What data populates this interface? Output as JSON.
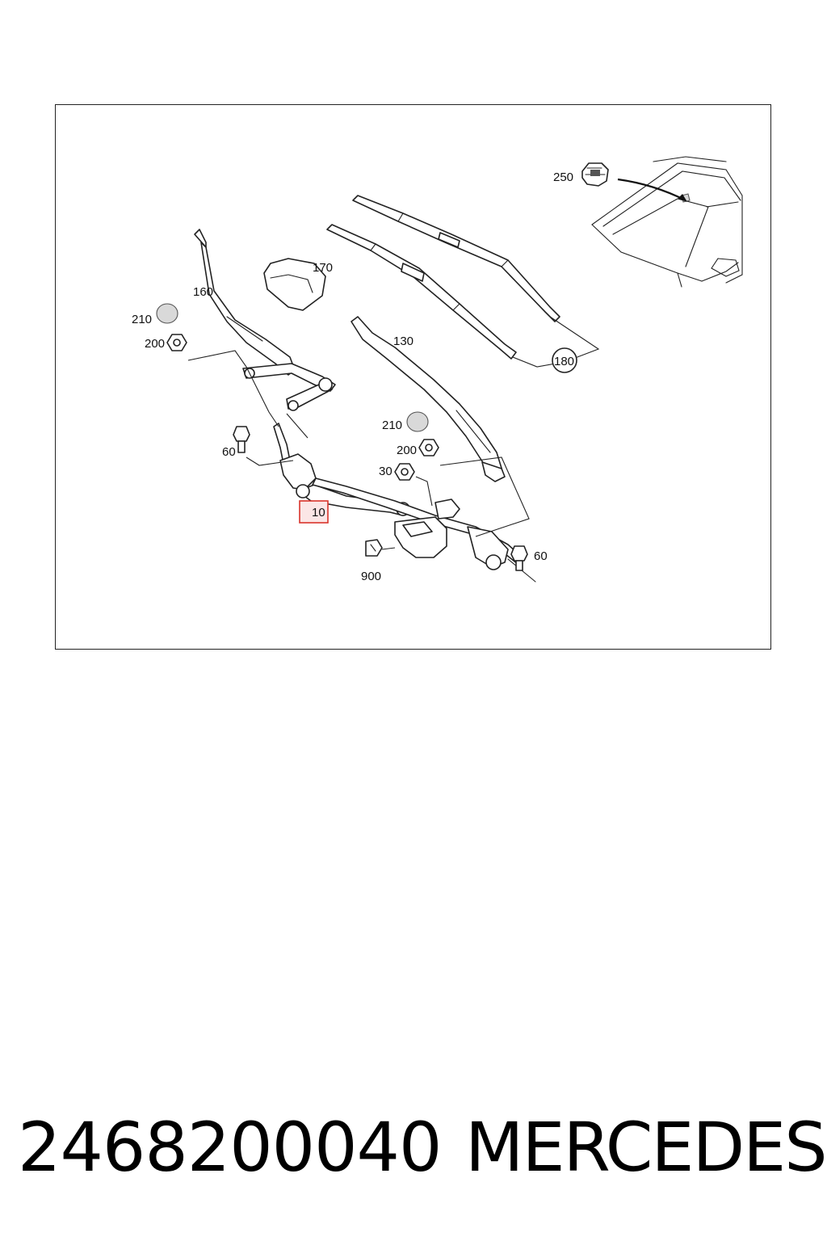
{
  "diagram": {
    "callouts": {
      "c250": "250",
      "c170": "170",
      "c160": "160",
      "c210a": "210",
      "c200a": "200",
      "c130": "130",
      "c180": "180",
      "c210b": "210",
      "c200b": "200",
      "c60a": "60",
      "c30": "30",
      "c10": "10",
      "c900": "900",
      "c60b": "60"
    },
    "highlight_color": "#d9342b"
  },
  "footer": {
    "part_number": "2468200040",
    "brand": "MERCEDES"
  }
}
